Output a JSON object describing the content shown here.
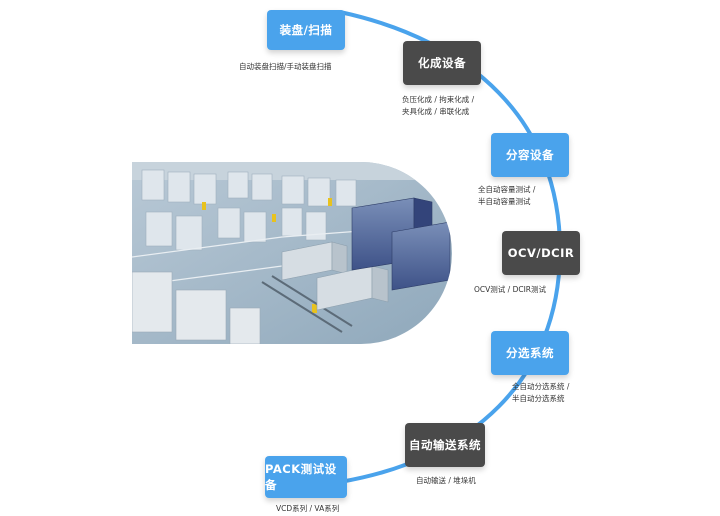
{
  "steps": [
    {
      "title": "装盘/扫描",
      "desc1": "自动装盘扫描/手动装盘扫描",
      "desc2": ""
    },
    {
      "title": "化成设备",
      "desc1": "负压化成 / 拘束化成 /",
      "desc2": "夹具化成 / 串联化成"
    },
    {
      "title": "分容设备",
      "desc1": "全自动容量测试 /",
      "desc2": "半自动容量测试"
    },
    {
      "title": "OCV/DCIR",
      "desc1": "OCV测试 / DCIR测试",
      "desc2": ""
    },
    {
      "title": "分选系统",
      "desc1": "全自动分选系统 /",
      "desc2": "半自动分选系统"
    },
    {
      "title": "自动输送系统",
      "desc1": "自动输送 / 堆垛机",
      "desc2": ""
    },
    {
      "title": "PACK测试设备",
      "desc1": "VCD系列 / VA系列",
      "desc2": ""
    }
  ],
  "colors": {
    "accent_blue": "#4aa3ec",
    "dark_node": "#4a4a4a",
    "arc": "#4aa3ec"
  }
}
